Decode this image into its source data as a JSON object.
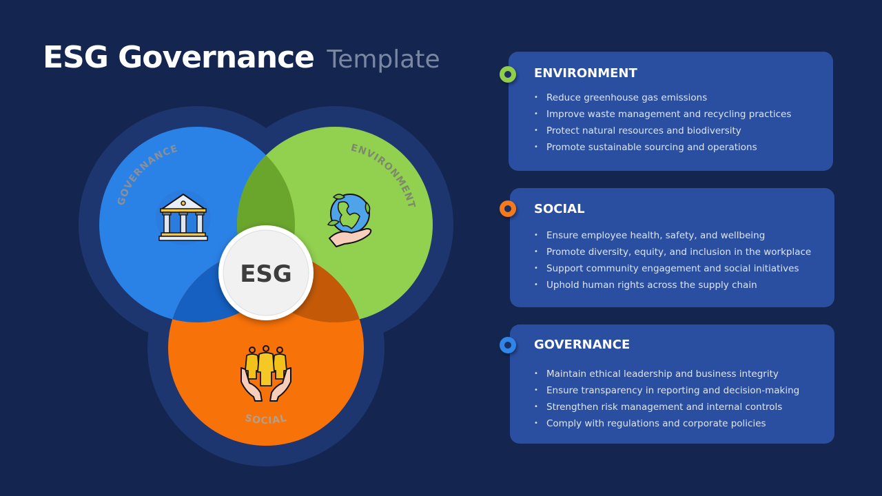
{
  "header": {
    "title_main": "ESG Governance",
    "title_sub": "Template"
  },
  "diagram": {
    "center_label": "ESG",
    "circles": [
      {
        "id": "governance",
        "label": "GOVERNANCE",
        "icon": "bank-building-icon",
        "color": "#2a82e6"
      },
      {
        "id": "environment",
        "label": "ENVIRONMENT",
        "icon": "globe-in-hand-icon",
        "color": "#92d050"
      },
      {
        "id": "social",
        "label": "SOCIAL",
        "icon": "people-in-hands-icon",
        "color": "#f77208"
      }
    ],
    "overlap_colors": {
      "governance_environment": "#6aa52c",
      "governance_social": "#1560c0",
      "environment_social": "#c45a08"
    },
    "halo_color": "#1e3670",
    "label_color": "#8a8f99"
  },
  "cards": [
    {
      "title": "ENVIRONMENT",
      "marker_color": "#8fcf4a",
      "items": [
        "Reduce greenhouse gas emissions",
        "Improve waste management and recycling practices",
        "Protect natural resources and biodiversity",
        "Promote sustainable sourcing and operations"
      ]
    },
    {
      "title": "SOCIAL",
      "marker_color": "#f57a1c",
      "items": [
        "Ensure employee health, safety, and wellbeing",
        "Promote diversity, equity, and inclusion in the workplace",
        "Support community engagement and social initiatives",
        "Uphold human rights across the supply chain"
      ]
    },
    {
      "title": "GOVERNANCE",
      "marker_color": "#2f86e8",
      "items": [
        "Maintain ethical leadership and business integrity",
        "Ensure transparency in reporting and decision-making",
        "Strengthen risk management and internal controls",
        "Comply with regulations and corporate policies"
      ]
    }
  ]
}
